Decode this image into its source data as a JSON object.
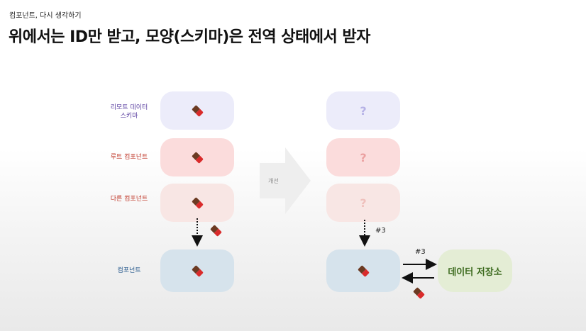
{
  "header": {
    "breadcrumb": "컴포넌트, 다시 생각하기",
    "title": "위에서는 ID만 받고, 모양(스키마)은 전역 상태에서 받자"
  },
  "left": {
    "rows": [
      {
        "label": "리모트 데이터\n스키마",
        "label_color": "#5a3fa0"
      },
      {
        "label": "루트 컴포넌트",
        "label_color": "#c0392b"
      },
      {
        "label": "다른 컴포넌트",
        "label_color": "#c0392b"
      },
      {
        "label": "컴포넌트",
        "label_color": "#2c5d8f"
      }
    ]
  },
  "right": {
    "placeholder": "?"
  },
  "improve_label": "개선",
  "annotations": {
    "down_arrow_label": "#3",
    "store_arrow_label": "#3"
  },
  "store": {
    "label": "데이터 저장소"
  },
  "colors": {
    "purple_box": "#ececfa",
    "red_box": "#fbdcdc",
    "faint_red_box": "#f8e6e4",
    "blue_box": "#d6e3ec",
    "green_box": "#e4edd5"
  }
}
